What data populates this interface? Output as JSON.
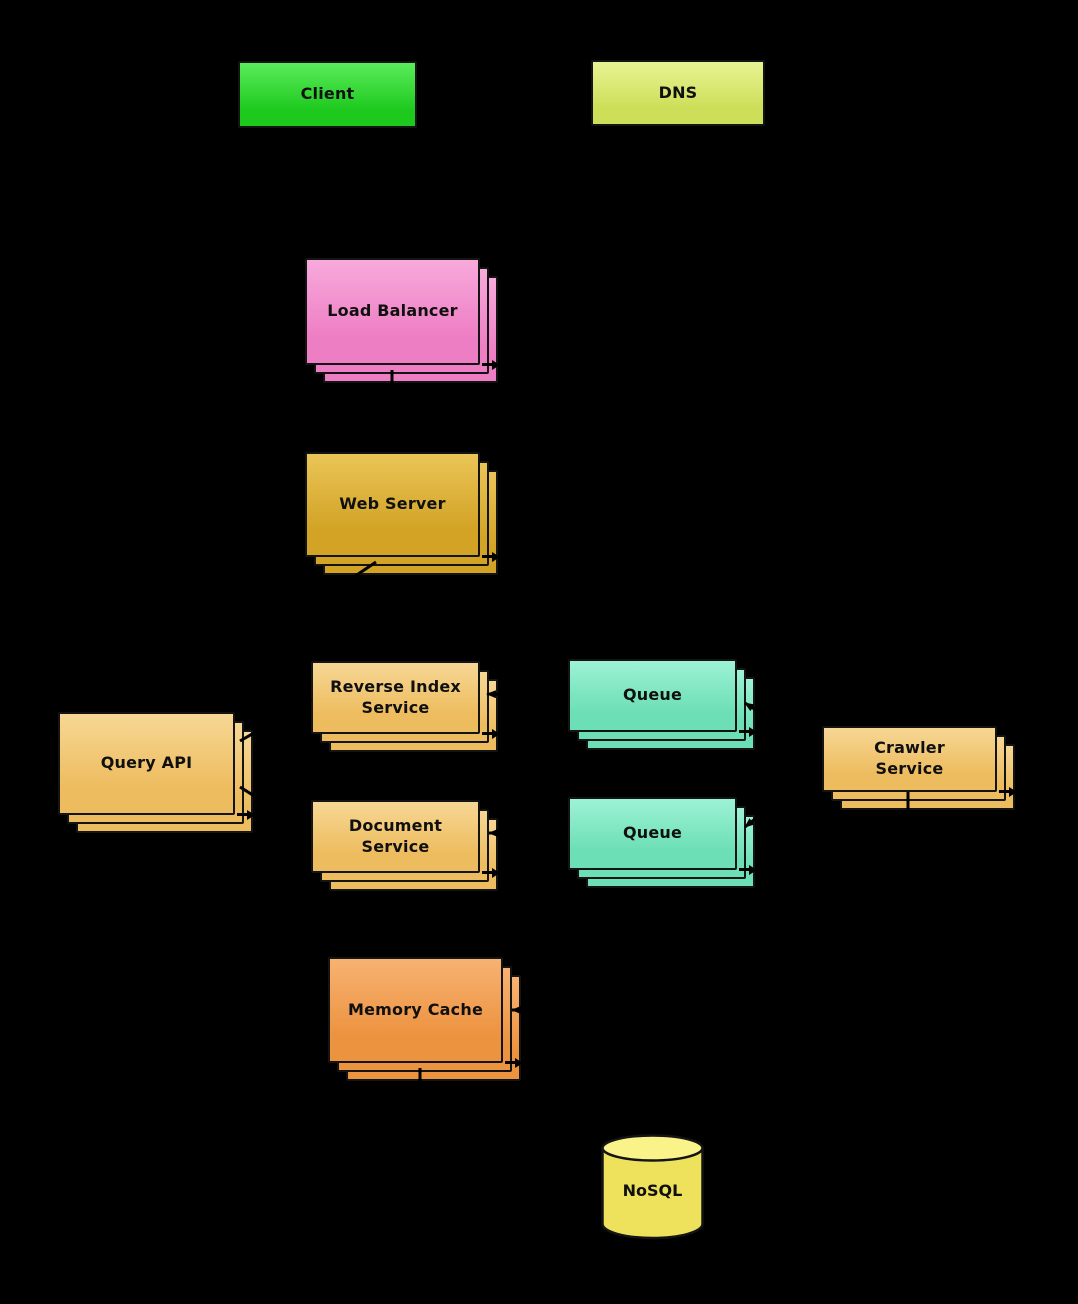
{
  "diagram": {
    "title": "Web crawler / search system design diagram",
    "background_color": "#000000",
    "edge_color": "#000000",
    "nodes": {
      "client": {
        "label": "Client",
        "stacked": false,
        "color_light": "#5bec5b",
        "color_base": "#1ec91e"
      },
      "dns": {
        "label": "DNS",
        "stacked": false,
        "color_light": "#e8f494",
        "color_base": "#cdde58"
      },
      "load_balancer": {
        "label": "Load Balancer",
        "stacked": true,
        "color_light": "#f8aadb",
        "color_base": "#ee7ec4"
      },
      "web_server": {
        "label": "Web Server",
        "stacked": true,
        "color_light": "#eac557",
        "color_base": "#d2a325"
      },
      "reverse_index_service": {
        "label": "Reverse Index\nService",
        "stacked": true,
        "color_light": "#f7d795",
        "color_base": "#edbc5e"
      },
      "document_service": {
        "label": "Document\nService",
        "stacked": true,
        "color_light": "#f7d795",
        "color_base": "#edbc5e"
      },
      "query_api": {
        "label": "Query API",
        "stacked": true,
        "color_light": "#f7d795",
        "color_base": "#edbc5e"
      },
      "queue_top": {
        "label": "Queue",
        "stacked": true,
        "color_light": "#9df2d5",
        "color_base": "#6cdfb6"
      },
      "queue_bottom": {
        "label": "Queue",
        "stacked": true,
        "color_light": "#9df2d5",
        "color_base": "#6cdfb6"
      },
      "crawler_service": {
        "label": "Crawler\nService",
        "stacked": true,
        "color_light": "#f7d795",
        "color_base": "#edbc5e"
      },
      "memory_cache": {
        "label": "Memory Cache",
        "stacked": true,
        "color_light": "#f8b272",
        "color_base": "#ec9340"
      },
      "nosql": {
        "label": "NoSQL",
        "stacked": false,
        "shape": "cylinder",
        "color_light": "#f9f38a",
        "color_base": "#eee25c"
      }
    },
    "edges": [
      {
        "from": "client",
        "to": "dns"
      },
      {
        "from": "client",
        "to": "load_balancer"
      },
      {
        "from": "load_balancer",
        "to": "web_server"
      },
      {
        "from": "web_server",
        "to": "query_api"
      },
      {
        "from": "query_api",
        "to": "reverse_index_service"
      },
      {
        "from": "query_api",
        "to": "document_service"
      },
      {
        "from": "queue_top",
        "to": "reverse_index_service"
      },
      {
        "from": "queue_bottom",
        "to": "document_service"
      },
      {
        "from": "crawler_service",
        "to": "queue_top"
      },
      {
        "from": "crawler_service",
        "to": "queue_bottom"
      },
      {
        "from": "crawler_service",
        "to": "memory_cache"
      },
      {
        "from": "crawler_service",
        "to": "nosql"
      },
      {
        "from": "query_api",
        "to": "memory_cache"
      },
      {
        "from": "memory_cache",
        "to": "nosql"
      }
    ]
  }
}
